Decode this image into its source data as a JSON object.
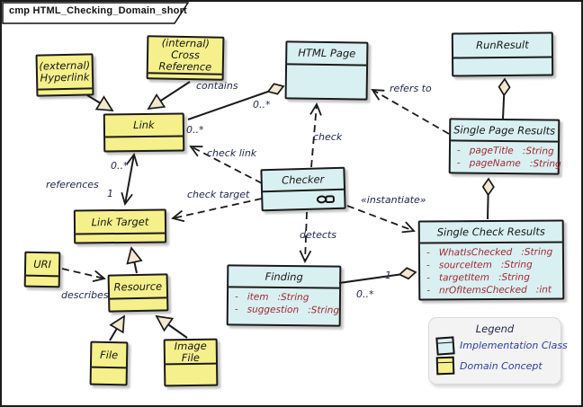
{
  "frame": {
    "tab_title": "cmp HTML_Checking_Domain_short"
  },
  "colors": {
    "implementation_fill": "#d9f0f2",
    "domain_fill": "#f6f08c",
    "attribute_text": "#a02830",
    "edge_label_text": "#23284f",
    "legend_text": "#2c3f9e",
    "arrowhead_fill": "#f3e7cf",
    "line_color": "#1a1a1a"
  },
  "classes": {
    "hyperlink": {
      "title": "(external)\nHyperlink",
      "kind": "domain"
    },
    "cross_reference": {
      "title": "(internal) Cross\nReference",
      "kind": "domain"
    },
    "link": {
      "title": "Link",
      "kind": "domain"
    },
    "html_page": {
      "title": "HTML Page",
      "kind": "implementation"
    },
    "run_result": {
      "title": "RunResult",
      "kind": "implementation"
    },
    "single_page_results": {
      "title": "Single Page Results",
      "kind": "implementation",
      "attrs": [
        "-   pageTitle   :String",
        "-   pageName   :String"
      ]
    },
    "checker": {
      "title": "Checker",
      "kind": "implementation",
      "icon": "chain-link-icon"
    },
    "link_target": {
      "title": "Link Target",
      "kind": "domain"
    },
    "uri": {
      "title": "URI",
      "kind": "domain"
    },
    "resource": {
      "title": "Resource",
      "kind": "domain"
    },
    "file": {
      "title": "File",
      "kind": "domain"
    },
    "image_file": {
      "title": "Image File",
      "kind": "domain"
    },
    "finding": {
      "title": "Finding",
      "kind": "implementation",
      "attrs": [
        "-   item   :String",
        "-   suggestion   :String"
      ]
    },
    "single_check_results": {
      "title": "Single Check Results",
      "kind": "implementation",
      "attrs": [
        "-   WhatIsChecked   :String",
        "-   sourceItem   :String",
        "-   targetItem   :String",
        "-   nrOfItemsChecked   :int"
      ]
    }
  },
  "labels": {
    "contains": "contains",
    "mult_contains_page_end": "0..*",
    "mult_contains_link_end": "0..*",
    "check": "check",
    "refers_to": "refers to",
    "check_link": "check link",
    "check_target": "check target",
    "instantiate": "«instantiate»",
    "detects": "detects",
    "references": "references",
    "mult_references_link_end": "0..*",
    "mult_references_target_end": "1",
    "describes": "describes",
    "mult_findings_end": "0..*",
    "mult_results_end": "1"
  },
  "legend": {
    "title": "Legend",
    "items": [
      {
        "swatch": "implementation",
        "label": "Implementation Class"
      },
      {
        "swatch": "domain",
        "label": "Domain Concept"
      }
    ]
  }
}
